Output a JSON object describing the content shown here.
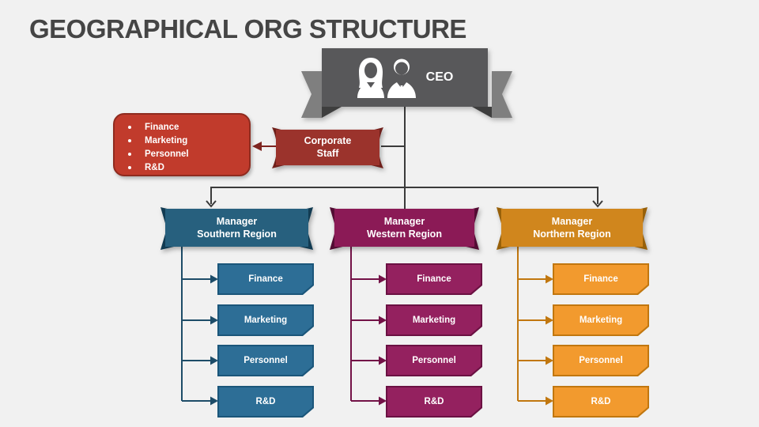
{
  "title": "GEOGRAPHICAL ORG STRUCTURE",
  "ceo": {
    "label": "CEO",
    "icon": "two-businesspeople-icon"
  },
  "corporate_staff": {
    "line1": "Corporate",
    "line2": "Staff"
  },
  "staff_functions": {
    "items": [
      "Finance",
      "Marketing",
      "Personnel",
      "R&D"
    ]
  },
  "regions": [
    {
      "id": "southern",
      "manager_line1": "Manager",
      "manager_line2": "Southern Region",
      "departments": [
        "Finance",
        "Marketing",
        "Personnel",
        "R&D"
      ],
      "colors": {
        "banner": "#27607E",
        "banner_edge": "#123B52",
        "department_fill": "#2D6E96",
        "department_border": "#1B567A",
        "connector": "#1D4C68"
      }
    },
    {
      "id": "western",
      "manager_line1": "Manager",
      "manager_line2": "Western Region",
      "departments": [
        "Finance",
        "Marketing",
        "Personnel",
        "R&D"
      ],
      "colors": {
        "banner": "#8B1A56",
        "banner_edge": "#520C33",
        "department_fill": "#94215F",
        "department_border": "#6B1143",
        "connector": "#731247"
      }
    },
    {
      "id": "northern",
      "manager_line1": "Manager",
      "manager_line2": "Northern Region",
      "departments": [
        "Finance",
        "Marketing",
        "Personnel",
        "R&D"
      ],
      "colors": {
        "banner": "#D0861D",
        "banner_edge": "#976009",
        "department_fill": "#F29A2E",
        "department_border": "#C1770F",
        "connector": "#C1770F"
      }
    }
  ],
  "colors": {
    "background": "#F1F1F1",
    "title_text": "#454545",
    "ceo_box": "#58585A",
    "ceo_ribbon_tail": "#7F7F7F",
    "ceo_ribbon_fold": "#3E3E3E",
    "staff_card_fill": "#C13B2C",
    "staff_card_border": "#8F2B1F",
    "staff_banner_fill": "#9B332C",
    "staff_banner_edge": "#6F1F1A",
    "connector_gray": "#3B3B3B",
    "connector_red": "#7E2521",
    "text_on_shapes": "#FFFFFF"
  }
}
